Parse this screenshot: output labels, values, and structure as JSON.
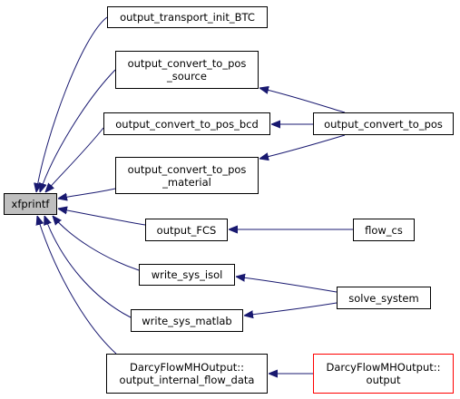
{
  "colors": {
    "edge": "#191970",
    "border": "#000000",
    "focus_fill": "#bfbfbf",
    "red_border": "#ff0000"
  },
  "nodes": {
    "xfprintf": {
      "lines": [
        "xfprintf"
      ]
    },
    "output_transport_init_BTC": {
      "lines": [
        "output_transport_init_BTC"
      ]
    },
    "output_convert_to_pos_source": {
      "lines": [
        "output_convert_to_pos",
        "_source"
      ]
    },
    "output_convert_to_pos_bcd": {
      "lines": [
        "output_convert_to_pos_bcd"
      ]
    },
    "output_convert_to_pos_material": {
      "lines": [
        "output_convert_to_pos",
        "_material"
      ]
    },
    "output_FCS": {
      "lines": [
        "output_FCS"
      ]
    },
    "write_sys_isol": {
      "lines": [
        "write_sys_isol"
      ]
    },
    "write_sys_matlab": {
      "lines": [
        "write_sys_matlab"
      ]
    },
    "darcy_output_internal_flow_data": {
      "lines": [
        "DarcyFlowMHOutput::",
        "output_internal_flow_data"
      ]
    },
    "output_convert_to_pos": {
      "lines": [
        "output_convert_to_pos"
      ]
    },
    "flow_cs": {
      "lines": [
        "flow_cs"
      ]
    },
    "solve_system": {
      "lines": [
        "solve_system"
      ]
    },
    "darcy_output": {
      "lines": [
        "DarcyFlowMHOutput::",
        "output"
      ]
    }
  },
  "edges": [
    {
      "from": "output_transport_init_BTC",
      "to": "xfprintf"
    },
    {
      "from": "output_convert_to_pos_source",
      "to": "xfprintf"
    },
    {
      "from": "output_convert_to_pos_bcd",
      "to": "xfprintf"
    },
    {
      "from": "output_convert_to_pos_material",
      "to": "xfprintf"
    },
    {
      "from": "output_FCS",
      "to": "xfprintf"
    },
    {
      "from": "write_sys_isol",
      "to": "xfprintf"
    },
    {
      "from": "write_sys_matlab",
      "to": "xfprintf"
    },
    {
      "from": "darcy_output_internal_flow_data",
      "to": "xfprintf"
    },
    {
      "from": "output_convert_to_pos",
      "to": "output_convert_to_pos_source"
    },
    {
      "from": "output_convert_to_pos",
      "to": "output_convert_to_pos_bcd"
    },
    {
      "from": "output_convert_to_pos",
      "to": "output_convert_to_pos_material"
    },
    {
      "from": "flow_cs",
      "to": "output_FCS"
    },
    {
      "from": "solve_system",
      "to": "write_sys_isol"
    },
    {
      "from": "solve_system",
      "to": "write_sys_matlab"
    },
    {
      "from": "darcy_output",
      "to": "darcy_output_internal_flow_data"
    }
  ]
}
